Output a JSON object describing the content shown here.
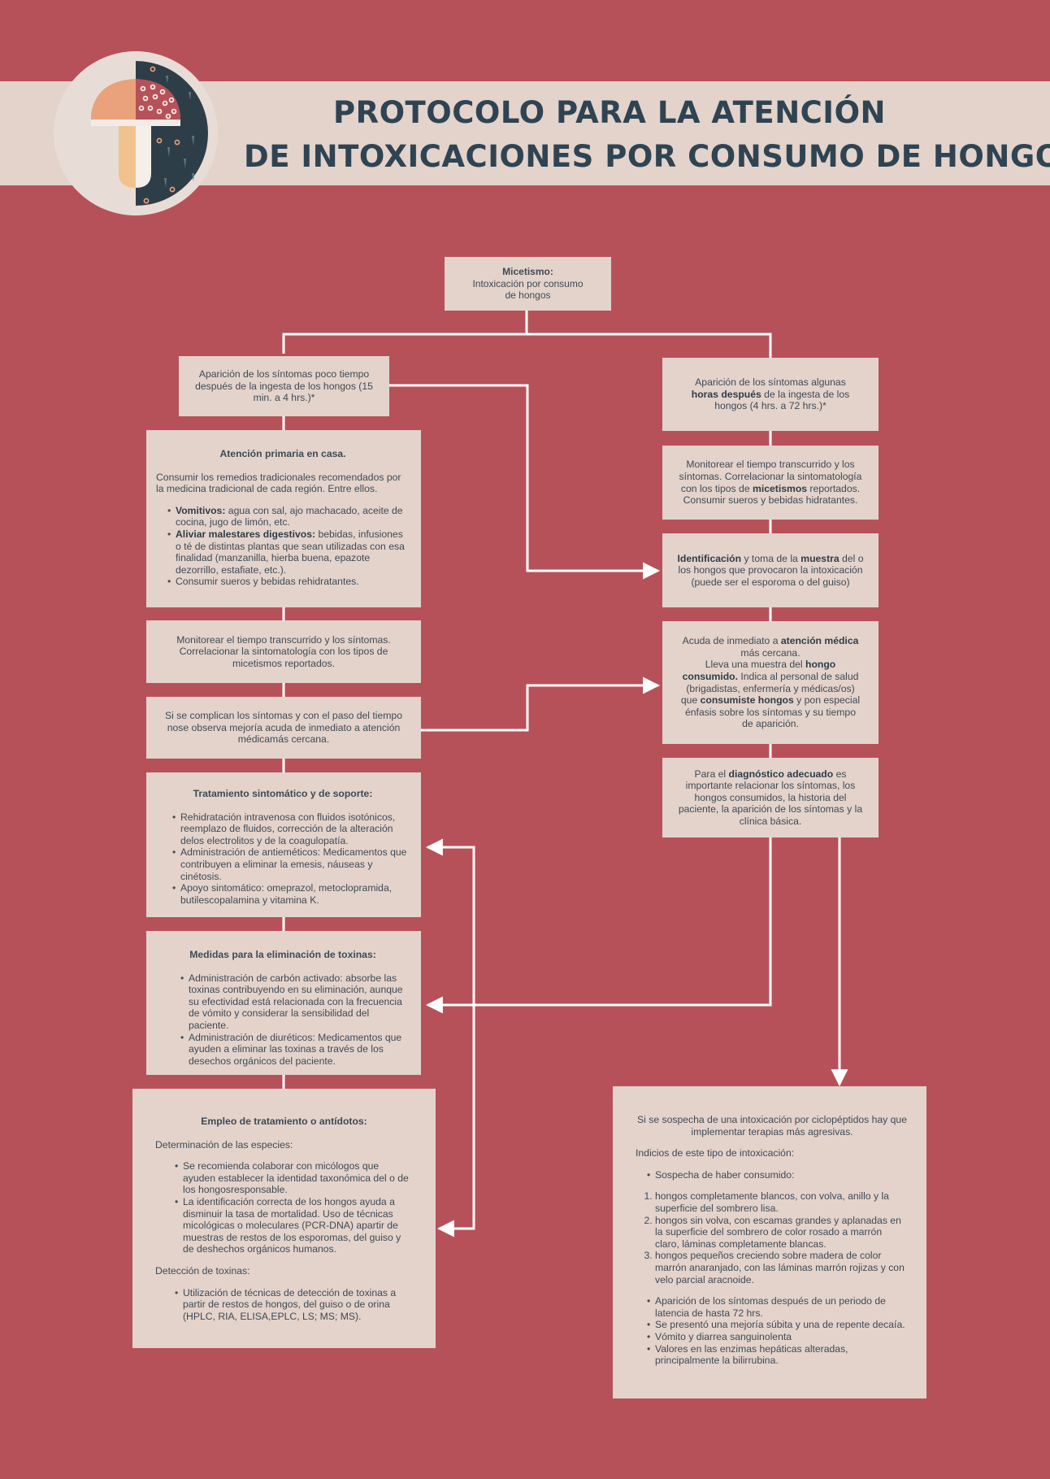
{
  "header": {
    "title_line1": "PROTOCOLO PARA LA ATENCIÓN",
    "title_line2": "DE INTOXICACIONES POR CONSUMO DE HONGOS",
    "logo_icon": "mushroom-icon"
  },
  "colors": {
    "background": "#b75159",
    "panel": "#e3d3cb",
    "title": "#2f4452",
    "connector": "#ffffff",
    "mushroom_cap": "#e9a27c",
    "mushroom_stem": "#f2c28d",
    "dark_half": "#2e3e48",
    "spotted_cap": "#b75159"
  },
  "root": {
    "title": "Micetismo:",
    "line1": "Intoxicación por consumo",
    "line2": "de hongos"
  },
  "left": {
    "onset": {
      "line1": "Aparición de los síntomas poco tiempo",
      "line2": "después de la ingesta de los hongos (15",
      "line3": "min. a 4 hrs.)*"
    },
    "home_care": {
      "title": "Atención primaria en casa.",
      "intro": "Consumir los remedios tradicionales recomendados por la medicina tradicional de cada región. Entre ellos.",
      "items": [
        {
          "bold": "Vomitivos:",
          "text": " agua con sal, ajo machacado, aceite de cocina, jugo de limón, etc."
        },
        {
          "bold": "Aliviar malestares digestivos:",
          "text": " bebidas, infusiones o té de distintas plantas que sean utilizadas con esa finalidad (manzanilla, hierba buena, epazote dezorrillo, estafiate, etc.)."
        },
        {
          "bold": "",
          "text": "Consumir sueros y bebidas rehidratantes."
        }
      ]
    },
    "monitor": {
      "line1": "Monitorear el tiempo transcurrido y los síntomas.",
      "line2": "Correlacionar la sintomatología con los tipos de",
      "line3": "micetismos reportados."
    },
    "complications": {
      "line1": "Si se complican los síntomas y con el paso del tiempo",
      "line2": "nose observa mejoría acuda de inmediato a atención",
      "line3": "médicamás cercana."
    },
    "treatment": {
      "title": "Tratamiento sintomático y de soporte:",
      "items": [
        "Rehidratación intravenosa con fluidos isotónicos, reemplazo de fluidos, corrección de la alteración delos electrolitos y de la coagulopatía.",
        "Administración de antieméticos: Medicamentos que contribuyen a eliminar la emesis, náuseas y cinétosis.",
        "Apoyo sintomático: omeprazol, metoclopramida, butilescopalamina y vitamina K."
      ]
    },
    "elimination": {
      "title": "Medidas para la eliminación de toxinas:",
      "items": [
        "Administración de carbón activado: absorbe las toxinas contribuyendo en su eliminación, aunque su efectividad está relacionada con la frecuencia de vómito y considerar la sensibilidad del paciente.",
        "Administración de diuréticos: Medicamentos que ayuden a eliminar las toxinas a través de los desechos orgánicos del paciente."
      ]
    },
    "antidotes": {
      "title": "Empleo de tratamiento o antídotos:",
      "species_label": "Determinación de las especies:",
      "species_items": [
        "Se recomienda colaborar con micólogos que ayuden establecer la identidad taxonómica del o de los hongosresponsable.",
        "La identificación correcta de los hongos ayuda a disminuir la tasa de mortalidad. Uso de técnicas micológicas o moleculares (PCR-DNA) apartir de muestras de restos de los esporomas, del guiso y de deshechos orgánicos humanos."
      ],
      "toxin_label": "Detección de toxinas:",
      "toxin_items": [
        "Utilización de técnicas de detección de toxinas a partir de restos de hongos, del guiso o de orina (HPLC, RIA, ELISA,EPLC, LS; MS; MS)."
      ]
    }
  },
  "right": {
    "onset": {
      "line1": "Aparición de los síntomas algunas",
      "bold": "horas después",
      "line2_rest": " de la ingesta de los",
      "line3": "hongos  (4 hrs. a 72 hrs.)*"
    },
    "monitor": {
      "line1": "Monitorear el tiempo transcurrido y los",
      "line2": "síntomas. Correlacionar la sintomatología",
      "line3_pre": "con los tipos de ",
      "line3_bold": "micetismos",
      "line3_post": " reportados.",
      "line4": "Consumir sueros y bebidas hidratantes."
    },
    "identification": {
      "bold1": "Identificación",
      "mid1": " y toma de la ",
      "bold2": "muestra",
      "end1": " del o",
      "line2": "los hongos que provocaron la intoxicación",
      "line3": "(puede ser el esporoma o del guiso)"
    },
    "medical": {
      "pre1": "Acuda de inmediato a ",
      "bold1": "atención médica",
      "line2": "más cercana.",
      "pre3": "Lleva una muestra del ",
      "bold3": "hongo",
      "bold4": "consumido.",
      "post4": " Indica al personal de salud",
      "line5": "(brigadistas, enfermería y médicas/os)",
      "pre6": "que ",
      "bold6": "consumiste hongos",
      "post6": " y pon especial",
      "line7": "énfasis sobre los síntomas y su tiempo",
      "line8": "de aparición."
    },
    "diagnosis": {
      "pre1": "Para el ",
      "bold1": "diagnóstico adecuado",
      "post1": " es",
      "line2": "importante relacionar los síntomas, los",
      "line3": "hongos consumidos, la historia del",
      "line4": "paciente, la aparición de los síntomas y la",
      "line5": "clínica básica."
    },
    "cyclopeptides": {
      "intro": "Si se sospecha de una intoxicación por ciclopéptidos hay que implementar terapias más agresivas.",
      "signs_label": "Indicios de este tipo de intoxicación:",
      "suspicion": "Sospecha de haber consumido:",
      "numbered": [
        "hongos completamente blancos, con volva, anillo y la superficie del sombrero lisa.",
        "hongos sin volva, con escamas grandes y aplanadas en la superficie del sombrero de color rosado a marrón claro, láminas completamente blancas.",
        "hongos pequeños creciendo sobre madera de color marrón anaranjado, con las láminas marrón rojizas y con velo parcial aracnoide."
      ],
      "bullets": [
        "Aparición de los síntomas después de un periodo de latencia de hasta 72 hrs.",
        "Se presentó una mejoría súbita y una de repente decaía.",
        "Vómito y diarrea sanguinolenta",
        "Valores en las enzimas hepáticas alteradas, principalmente la bilirrubina."
      ]
    }
  }
}
